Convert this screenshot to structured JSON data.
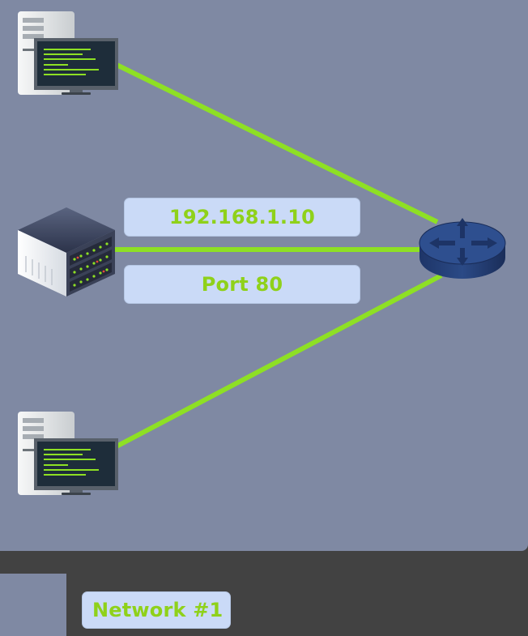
{
  "colors": {
    "link": "#8ee024",
    "label_bg": "#cadaf7",
    "label_text": "#8fd11a",
    "canvas": "#7f89a3",
    "footer": "#424242",
    "router": "#2b4a86"
  },
  "nodes": [
    {
      "id": "workstation-top",
      "icon": "workstation-icon"
    },
    {
      "id": "server",
      "icon": "server-rack-icon"
    },
    {
      "id": "workstation-bottom",
      "icon": "workstation-icon"
    },
    {
      "id": "router",
      "icon": "router-icon"
    }
  ],
  "links": [
    {
      "from": "workstation-top",
      "to": "router"
    },
    {
      "from": "server",
      "to": "router"
    },
    {
      "from": "workstation-bottom",
      "to": "router"
    }
  ],
  "connection": {
    "ip": "192.168.1.10",
    "port": "Port 80"
  },
  "network": {
    "label": "Network #1"
  }
}
